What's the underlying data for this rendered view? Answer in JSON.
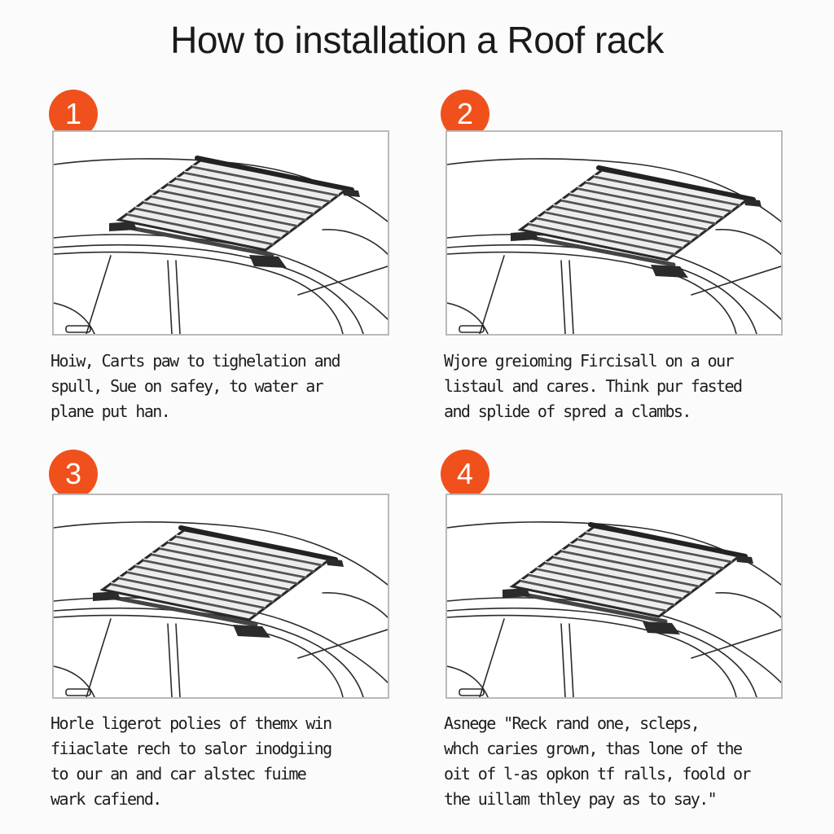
{
  "title": "How to installation a Roof rack",
  "accent_color": "#f0511c",
  "steps": [
    {
      "number": "1",
      "caption": "Hoiw, Carts paw to tighelation and\nspull, Sue on safey, to water ar\nplane put han."
    },
    {
      "number": "2",
      "caption": "Wjore greioming Fircisall on a our\nlistaul and cares. Think pur fasted\nand splide of spred a clambs."
    },
    {
      "number": "3",
      "caption": "Horle ligerot polies of themx win\nfiiaclate rech to salor inodgiing\nto our an and car alstec fuime\nwark cafiend."
    },
    {
      "number": "4",
      "caption": "Asnege \"Reck rand one, scleps,\nwhch caries grown, thas lone of the\noit of l-as opkon tf ralls, foold or\nthe uillam thley pay as to say.\""
    }
  ],
  "icons": [
    "roof-rack-illustration"
  ]
}
